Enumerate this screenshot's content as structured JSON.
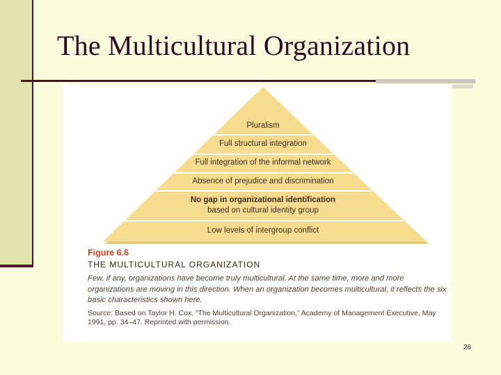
{
  "slide": {
    "title": "The Multicultural Organization",
    "number": "26"
  },
  "colors": {
    "background": "#fbfbde",
    "accent": "#4a1030",
    "pyramid_fill": "#f7dc8f",
    "pyramid_shadow": "#e3c56b",
    "figure_number": "#d8401a"
  },
  "figure": {
    "pyramid_levels": [
      "Pluralism",
      "Full structural integration",
      "Full integration of the informal network",
      "Absence of prejudice and discrimination",
      [
        "No gap in organizational identification",
        "based on cultural identity group"
      ],
      "Low levels of intergroup conflict"
    ],
    "bold_levels": [
      4
    ],
    "number": "Figure 6.6",
    "caption_title": "THE MULTICULTURAL ORGANIZATION",
    "description": "Few, if any, organizations have become truly multicultural. At the same time, more and more organizations are moving in this direction. When an organization becomes multicultural, it reflects the six basic characteristics shown here.",
    "source": "Source: Based on Taylor H. Cox, “The Multicultural Organization,” Academy of Management Executive, May 1991, pp. 34–47. Reprinted with permission."
  }
}
